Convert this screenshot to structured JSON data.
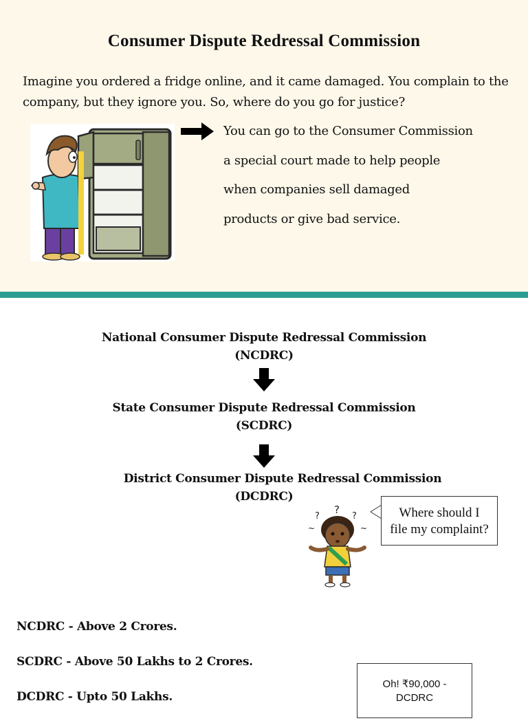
{
  "header": {
    "title": "Consumer Dispute Redressal Commission"
  },
  "intro": {
    "text": "Imagine you ordered a fridge online, and it came damaged. You complain to the company, but they ignore you. So, where do you go for justice?"
  },
  "answer": {
    "lines": [
      "You can go to the Consumer Commission",
      "a special court made to help people",
      "when companies sell damaged",
      "products or give bad service."
    ]
  },
  "hierarchy": [
    {
      "name": "National Consumer Dispute Redressal Commission",
      "abbr": "(NCDRC)"
    },
    {
      "name": "State Consumer Dispute Redressal Commission",
      "abbr": "(SCDRC)"
    },
    {
      "name": "District Consumer Dispute Redressal Commission",
      "abbr": "(DCDRC)"
    }
  ],
  "speech_bubble": {
    "line1": "Where should I",
    "line2": "file my complaint?"
  },
  "ranges": [
    "NCDRC - Above 2 Crores.",
    "SCDRC - Above 50 Lakhs to 2 Crores.",
    "DCDRC - Upto 50 Lakhs."
  ],
  "note": {
    "line1": "Oh! ₹90,000 -",
    "line2": "DCDRC"
  },
  "icons": {
    "fridge_illustration": "man-at-open-fridge-illustration",
    "kid_illustration": "confused-kid-illustration",
    "arrow_right": "arrow-right-icon",
    "arrow_down": "arrow-down-icon"
  },
  "colors": {
    "top_background": "#fdf8ea",
    "divider": "#2a9d93",
    "text": "#111111"
  }
}
